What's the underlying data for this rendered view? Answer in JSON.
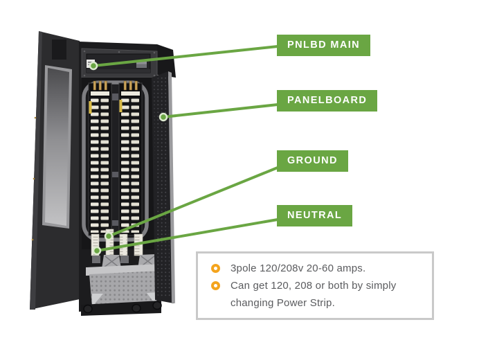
{
  "colors": {
    "accent_green": "#6aa643",
    "bullet_orange": "#f4a41d",
    "info_border": "#c9c9c9",
    "info_text": "#5a5b5e"
  },
  "callouts": [
    {
      "id": "pnlbd-main",
      "label": "PNLBD MAIN"
    },
    {
      "id": "panelboard",
      "label": "PANELBOARD"
    },
    {
      "id": "ground",
      "label": "GROUND"
    },
    {
      "id": "neutral",
      "label": "NEUTRAL"
    }
  ],
  "info_box": {
    "items": [
      "3pole 120/208v 20-60 amps.",
      "Can get 120, 208 or both by simply changing Power Strip."
    ]
  },
  "icons": [
    {
      "name": "callout-dot",
      "shape": "green circle with pale ring"
    },
    {
      "name": "bullet-ring-icon",
      "shape": "orange ring"
    }
  ]
}
